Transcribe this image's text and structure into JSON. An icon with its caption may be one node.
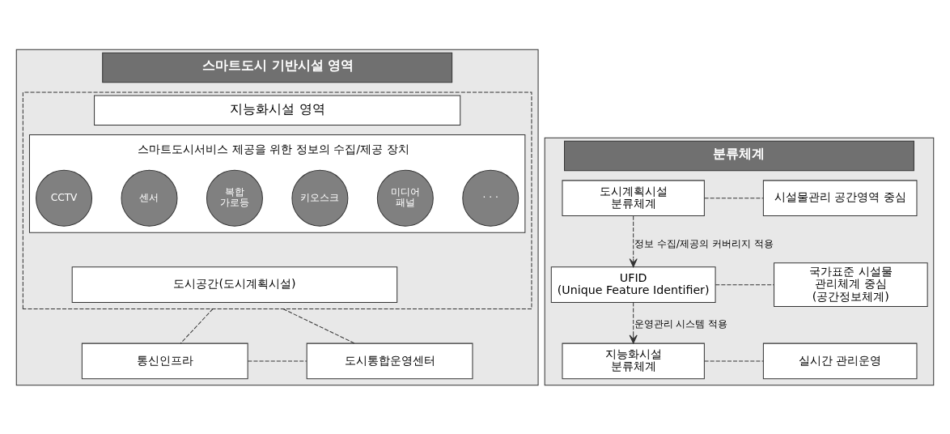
{
  "diagram": {
    "nodes": [
      {
        "text": [
          "스마트도시 기반시설 영역"
        ]
      },
      {
        "text": [
          "지능화시설 영역"
        ],
        "in": 0
      },
      {
        "text": [
          "스마트도시서비스 제공을 위한 정보의 수집/제공 장치"
        ],
        "in": 1
      },
      {
        "text": [
          "CCTV"
        ],
        "in": 2
      },
      {
        "text": [
          "센서"
        ],
        "in": 2
      },
      {
        "text": [
          "복합 가로등"
        ],
        "in": 2
      },
      {
        "text": [
          "키오스크"
        ],
        "in": 2
      },
      {
        "text": [
          "미디어 패널"
        ],
        "in": 2
      },
      {
        "text": [
          "· · ·"
        ],
        "in": 2
      },
      {
        "text": [
          "도시공간(도시계획시설)"
        ],
        "in": 1
      },
      {
        "text": [
          "통신인프라"
        ],
        "in": 0
      },
      {
        "text": [
          "도시통합운영센터"
        ],
        "in": 0
      },
      {
        "text": [
          "분류체계"
        ]
      },
      {
        "text": [
          "도시계획시설 분류체계"
        ],
        "in": 12
      },
      {
        "text": [
          "시설물관리 공간영역 중심"
        ],
        "in": 12
      },
      {
        "text": [
          "UFID (Unique Feature Identifier)"
        ],
        "in": 12
      },
      {
        "text": [
          "국가표준 시설물 관리체계 중심 (공간정보체계)"
        ],
        "in": 12
      },
      {
        "text": [
          "지능화시설 분류체계"
        ],
        "in": 12
      },
      {
        "text": [
          "실시간 관리운영"
        ],
        "in": 12
      }
    ],
    "edges": [
      {
        "from": 1,
        "to": 10,
        "arrow": "none",
        "style": "dashed"
      },
      {
        "from": 1,
        "to": 11,
        "arrow": "none",
        "style": "dashed"
      },
      {
        "from": 10,
        "to": 11,
        "arrow": "none",
        "style": "dashed"
      },
      {
        "from": 13,
        "to": 14,
        "arrow": "none",
        "style": "dashed"
      },
      {
        "from": 13,
        "to": 15,
        "arrow": "to",
        "style": "dashed",
        "label": "정보 수집/제공의 커버리지 적용"
      },
      {
        "from": 15,
        "to": 16,
        "arrow": "none",
        "style": "dashed"
      },
      {
        "from": 15,
        "to": 17,
        "arrow": "to",
        "style": "dashed",
        "label": "운영관리 시스템 적용"
      },
      {
        "from": 17,
        "to": 18,
        "arrow": "none",
        "style": "dashed"
      }
    ]
  }
}
